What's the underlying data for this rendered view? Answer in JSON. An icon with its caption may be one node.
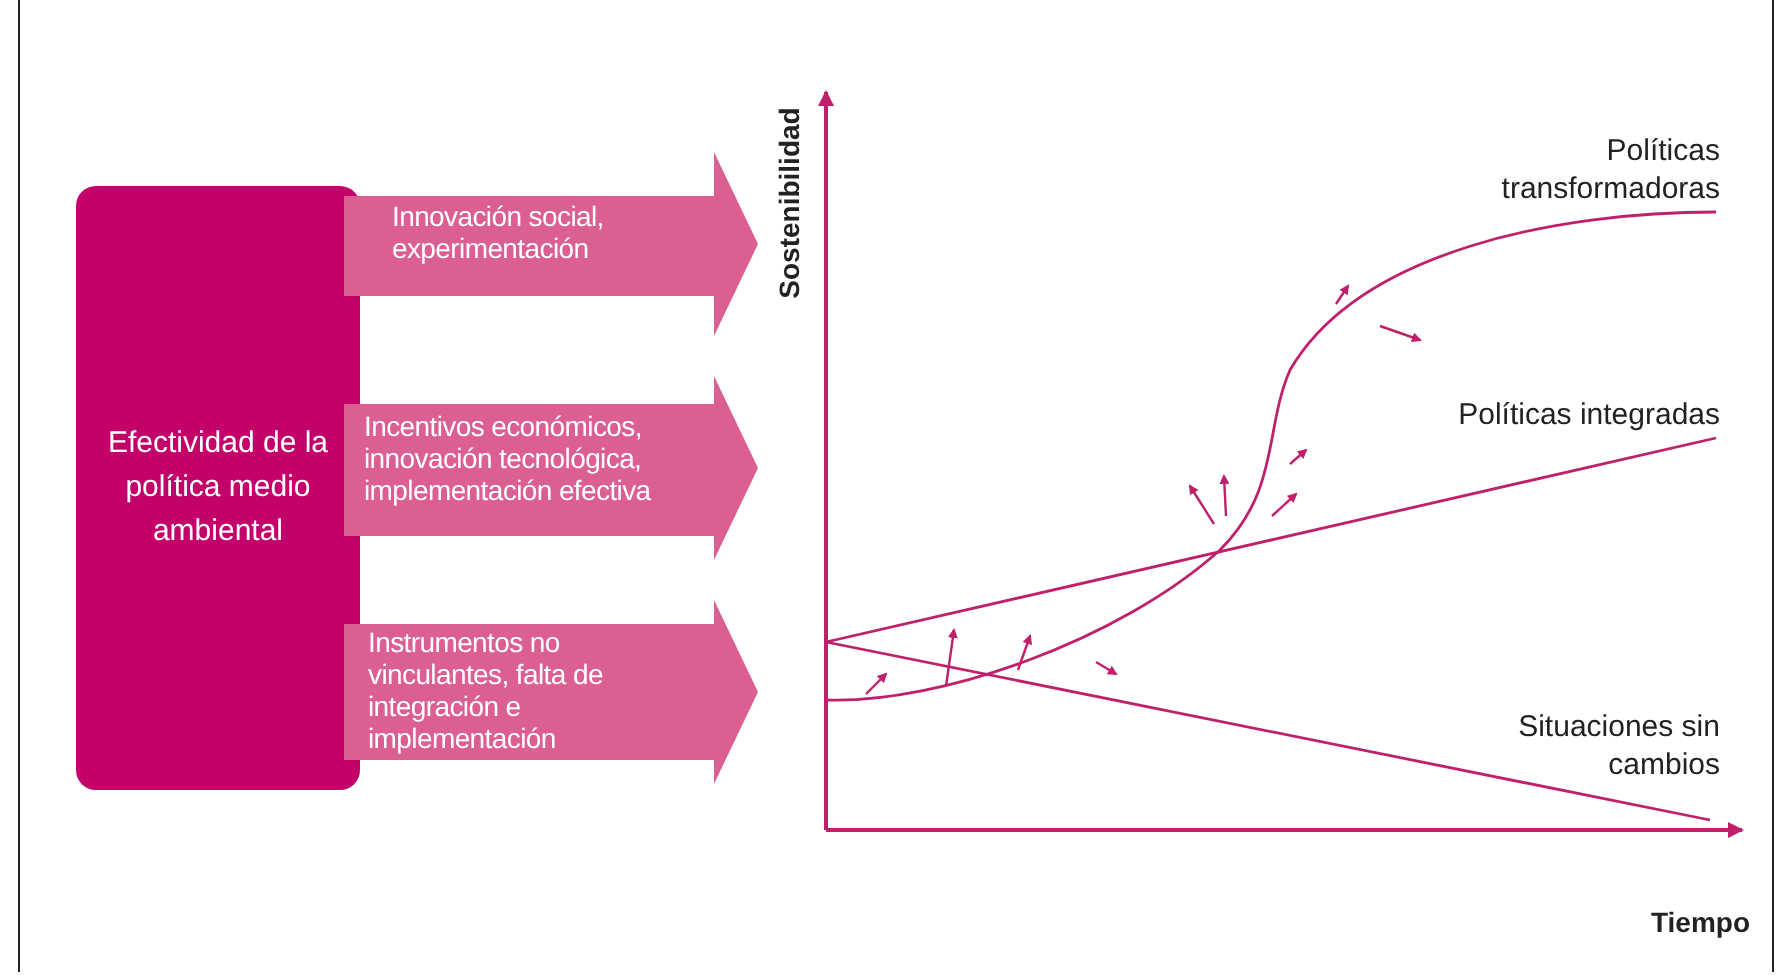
{
  "diagram": {
    "nodes": [
      {
        "text": [
          "Efectividad de la política medio ambiental"
        ]
      },
      {
        "text": [
          "Innovación social, experimentación"
        ]
      },
      {
        "text": [
          "Incentivos económicos, innovación tecnológica, implementación efectiva"
        ]
      },
      {
        "text": [
          "Instrumentos no vinculantes, falta de integración e implementación"
        ]
      }
    ],
    "labels": [
      "Sostenibilidad",
      "Políticas transformadoras",
      "Políticas integradas",
      "Situaciones sin cambios",
      "Tiempo"
    ]
  }
}
